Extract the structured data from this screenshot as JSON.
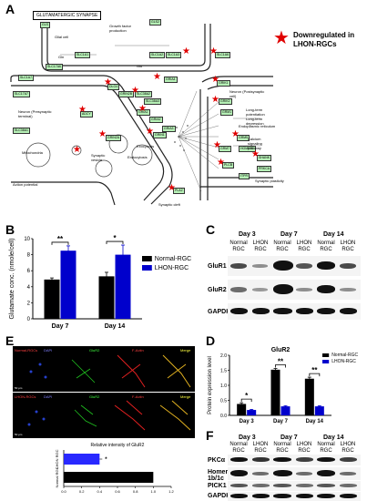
{
  "panels": {
    "A": {
      "letter": "A",
      "map_title": "GLUTAMATERGIC SYNAPSE",
      "legend": "Downregulated in LHON-RGCs",
      "gene_boxes": [
        "GLS",
        "GLS2",
        "SLC1A1",
        "SLC1A2",
        "SLC1A3",
        "SLC1A6",
        "SLC1A7",
        "SLC17A6",
        "SLC17A7",
        "SLC38A1",
        "SLC38A2",
        "SLC38A3",
        "GRIA1",
        "GRIA2",
        "GRIA3",
        "GRIA4",
        "GRIN1",
        "GRIN2A",
        "GRIN2B",
        "GRIK1",
        "GRIK2",
        "GRM1",
        "GRM5",
        "GRM7",
        "HOMER1",
        "SHANK",
        "PLCB",
        "PRKCA",
        "ITPR",
        "PLA2",
        "DLG4",
        "ADCY",
        "GNAS",
        "GNAI",
        "GNAQ",
        "PRKACA",
        "CACNA1A",
        "KCNJ3",
        "PPP3",
        "GLUL",
        "TRPC1",
        "MAPK1"
      ],
      "labels": [
        "Glial cell",
        "Neuron (Presynaptic terminal)",
        "Neuron (Postsynaptic cell)",
        "Synaptic cleft",
        "Synaptic vesicle",
        "Endocytosis",
        "Exocytosis",
        "Mitochondria",
        "Action potential",
        "Endoplasmic reticulum",
        "Long-term potentiation",
        "Long-term depression",
        "Calcium signaling pathway",
        "Synaptic plasticity",
        "Growth factor production",
        "Gln",
        "Glu"
      ]
    },
    "B": {
      "letter": "B",
      "chart_data": {
        "type": "bar",
        "categories": [
          "Day 7",
          "Day 14"
        ],
        "series": [
          {
            "name": "Normal-RGC",
            "values": [
              4.9,
              5.3
            ],
            "errors": [
              0.2,
              0.5
            ],
            "color": "#000000"
          },
          {
            "name": "LHON-RGC",
            "values": [
              8.5,
              8.0
            ],
            "errors": [
              0.6,
              1.2
            ],
            "color": "#0000cc"
          }
        ],
        "ylabel": "Glutamate conc. (nmole/cell)",
        "ylim": [
          0,
          10
        ],
        "yticks": [
          0,
          2,
          4,
          6,
          8,
          10
        ],
        "significance": [
          "**",
          "*"
        ],
        "legend": "right"
      }
    },
    "C": {
      "letter": "C",
      "days": [
        "Day 3",
        "Day 7",
        "Day 14"
      ],
      "lanes": [
        "Normal RGC",
        "LHON RGC",
        "Normal RGC",
        "LHON RGC",
        "Normal RGC",
        "LHON RGC"
      ],
      "rows": [
        "GluR1",
        "GluR2",
        "GAPDH"
      ]
    },
    "D": {
      "letter": "D",
      "chart_data": {
        "type": "bar",
        "title": "GluR2",
        "categories": [
          "Day 3",
          "Day 7",
          "Day 14"
        ],
        "series": [
          {
            "name": "Normal-RGC",
            "values": [
              0.38,
              1.52,
              1.22
            ],
            "errors": [
              0.04,
              0.04,
              0.05
            ],
            "color": "#000000"
          },
          {
            "name": "LHON-RGC",
            "values": [
              0.18,
              0.3,
              0.3
            ],
            "errors": [
              0.02,
              0.02,
              0.02
            ],
            "color": "#0000cc"
          }
        ],
        "ylabel": "Protein expression level",
        "ylim": [
          0,
          2.0
        ],
        "yticks": [
          0.0,
          0.5,
          1.0,
          1.5,
          2.0
        ],
        "significance": [
          "*",
          "**",
          "**"
        ],
        "legend": "top-right"
      }
    },
    "E": {
      "letter": "E",
      "row_labels": [
        "Normal-RGCs",
        "LHON-RGCs"
      ],
      "columns": [
        "DAPI",
        "GluR2",
        "F-Actin",
        "Merge"
      ],
      "scale": "50 μm",
      "chart_data": {
        "type": "bar",
        "title": "Relative intensity of GluR2",
        "categories": [
          "LHON RGC",
          "Normal RGC"
        ],
        "series": [
          {
            "name": "intensity",
            "values": [
              0.4,
              1.0
            ],
            "errors": [
              0.03,
              0.0
            ]
          }
        ],
        "significance": [
          "*"
        ],
        "xlim": [
          0,
          1.2
        ],
        "xticks": [
          "0.0",
          "0.2",
          "0.4",
          "0.6",
          "0.8",
          "1.0",
          "1.2"
        ]
      }
    },
    "F": {
      "letter": "F",
      "days": [
        "Day 3",
        "Day 7",
        "Day 14"
      ],
      "lanes": [
        "Normal RGC",
        "LHON RGC",
        "Normal RGC",
        "LHON RGC",
        "Normal RGC",
        "LHON RGC"
      ],
      "rows": [
        "PKCα",
        "Homer 1b/1c",
        "PICK1",
        "GAPDH"
      ]
    }
  }
}
